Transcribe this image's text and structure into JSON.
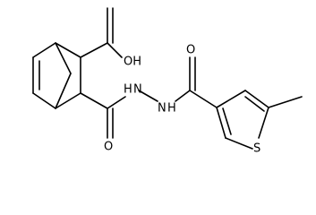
{
  "molecule": {
    "labels": {
      "oh": "OH",
      "o_amide_left": "O",
      "nh_left": "H",
      "n_left": "N",
      "n_right": "N",
      "nh_right": "H",
      "o_amide_right": "O",
      "s": "S"
    }
  }
}
